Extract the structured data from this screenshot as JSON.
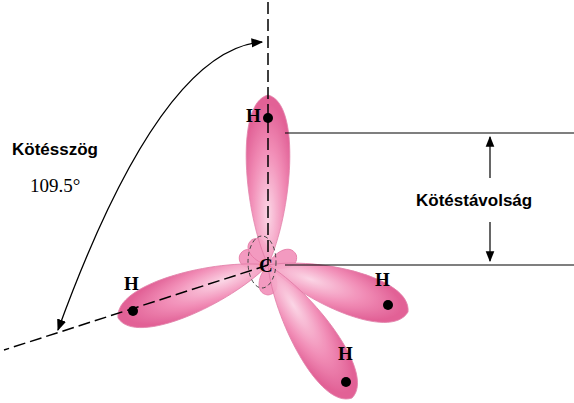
{
  "diagram": {
    "labels": [
      "H",
      "Kötésszög",
      "109.5°",
      "Kötéstávolság",
      "C",
      "H",
      "H",
      "H"
    ]
  }
}
